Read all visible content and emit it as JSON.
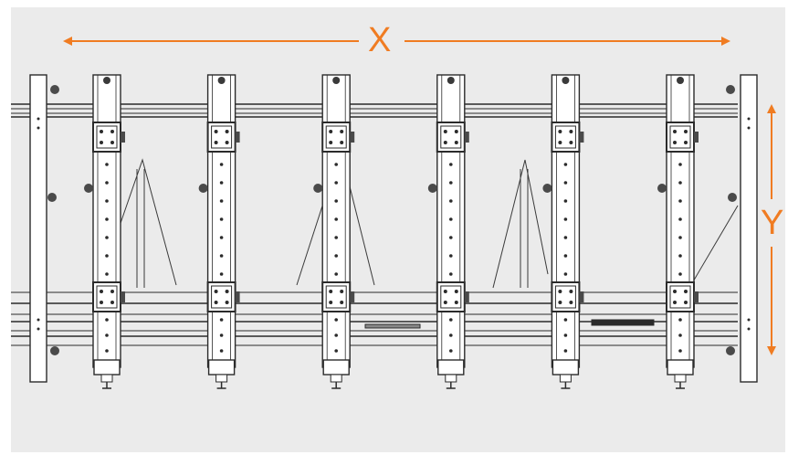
{
  "diagram": {
    "dimension_x_label": "X",
    "dimension_y_label": "Y",
    "colors": {
      "accent": "#f07c22",
      "line": "#2b2b2b",
      "background": "#ebebeb",
      "frame_fill": "#ffffff"
    },
    "bracket_count": 6
  }
}
